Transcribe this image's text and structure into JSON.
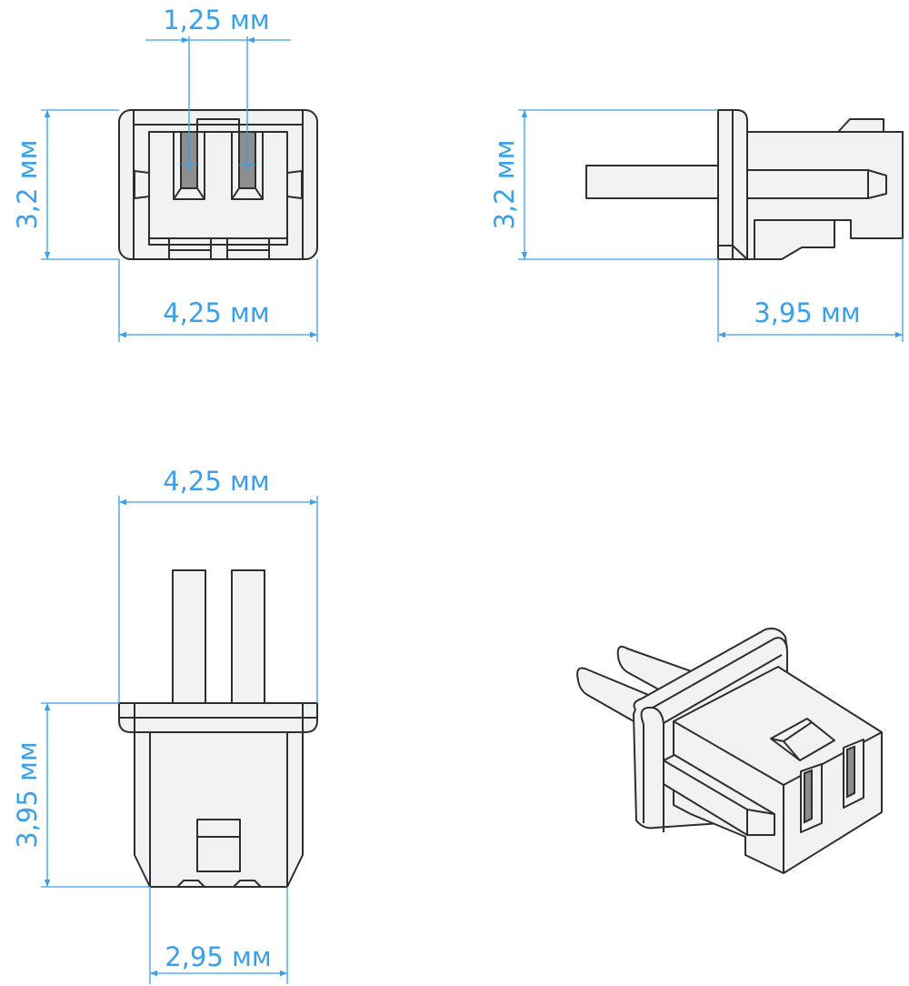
{
  "dimensions": {
    "front_pitch": "1,25 мм",
    "front_height": "3,2 мм",
    "front_width": "4,25 мм",
    "side_height": "3,2 мм",
    "side_length": "3,95 мм",
    "bottom_width": "4,25 мм",
    "bottom_length": "3,95 мм",
    "bottom_body_width": "2,95 мм"
  },
  "colors": {
    "dimension": "#3aa0ea",
    "part_fill": "#f1f2f4",
    "outline": "#2e2e2e",
    "contact": "#8e8e8e"
  }
}
